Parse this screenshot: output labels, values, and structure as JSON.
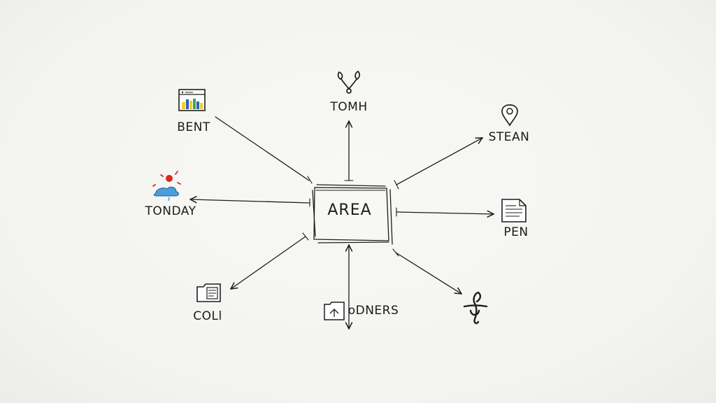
{
  "center": {
    "label": "AREA"
  },
  "nodes": [
    {
      "id": "bent",
      "label": "BENT",
      "icon": "chart-window-icon"
    },
    {
      "id": "tonday",
      "label": "TONDAY",
      "icon": "weather-sun-icon"
    },
    {
      "id": "coll",
      "label": "COLl",
      "icon": "folder-document-icon"
    },
    {
      "id": "tomh",
      "label": "TOMH",
      "icon": "branch-icon"
    },
    {
      "id": "odners",
      "label": "oDNERS",
      "icon": "folder-arrow-icon"
    },
    {
      "id": "stean",
      "label": "STEAN",
      "icon": "location-pin-icon"
    },
    {
      "id": "pen",
      "label": "PEN",
      "icon": "document-lines-icon"
    },
    {
      "id": "knot",
      "label": "",
      "icon": "knot-figure-icon"
    }
  ],
  "colors": {
    "ink": "#1d1d1d",
    "sun_red": "#d8281f",
    "cloud_blue": "#4a9fd8",
    "chart_yellow": "#f2cc2a",
    "chart_blue": "#2c5fb8",
    "chart_green": "#3aa657"
  }
}
